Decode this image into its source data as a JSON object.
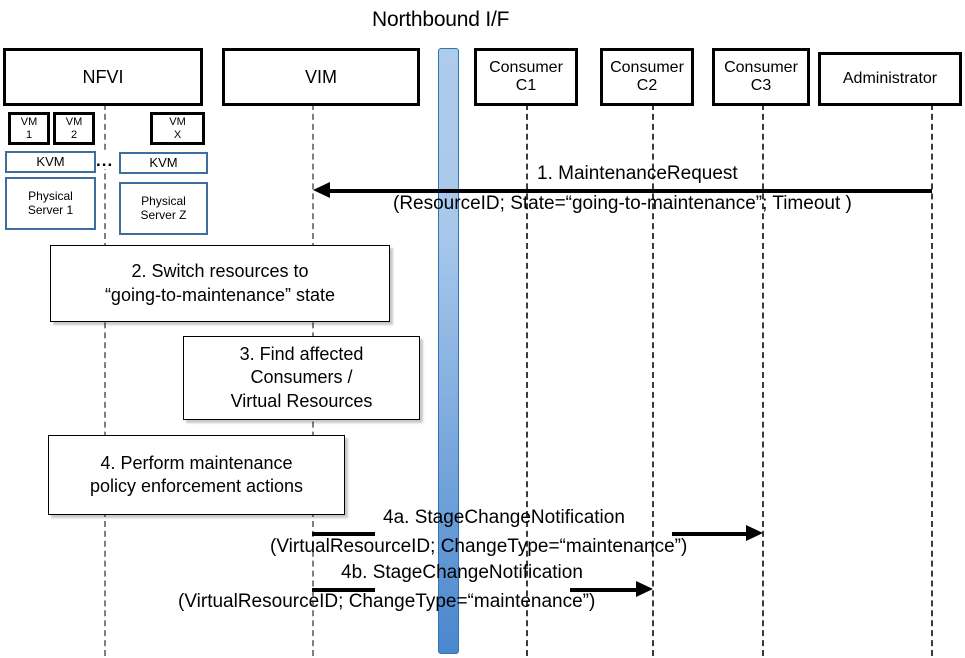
{
  "diagram": {
    "title": "Northbound I/F"
  },
  "actors": [
    {
      "name": "nfvi",
      "label": "NFVI"
    },
    {
      "name": "vim",
      "label": "VIM"
    },
    {
      "name": "consumer-c1",
      "label": "Consumer\nC1",
      "line1": "Consumer",
      "line2": "C1"
    },
    {
      "name": "consumer-c2",
      "label": "Consumer\nC2",
      "line1": "Consumer",
      "line2": "C2"
    },
    {
      "name": "consumer-c3",
      "label": "Consumer\nC3",
      "line1": "Consumer",
      "line2": "C3"
    },
    {
      "name": "administrator",
      "label": "Administrator"
    }
  ],
  "nfvi_internals": {
    "vms": [
      {
        "line1": "VM",
        "line2": "1"
      },
      {
        "line1": "VM",
        "line2": "2"
      },
      {
        "line1": "VM",
        "line2": "X"
      }
    ],
    "hypervisors": [
      {
        "label": "KVM"
      },
      {
        "label": "KVM"
      }
    ],
    "servers": [
      {
        "line1": "Physical",
        "line2": "Server 1"
      },
      {
        "line1": "Physical",
        "line2": "Server Z"
      }
    ],
    "ellipsis": "..."
  },
  "steps": [
    {
      "id": "step-2",
      "line1": "2. Switch resources to",
      "line2": "“going-to-maintenance” state"
    },
    {
      "id": "step-3",
      "line1": "3. Find affected",
      "line2": "Consumers /",
      "line3": "Virtual Resources"
    },
    {
      "id": "step-4",
      "line1": "4. Perform maintenance",
      "line2": "policy enforcement actions"
    }
  ],
  "messages": [
    {
      "id": "msg-1",
      "label": "1.   MaintenanceRequest",
      "params": "(ResourceID; State=“going-to-maintenance”; Timeout )"
    },
    {
      "id": "msg-4a",
      "label": "4a. StageChangeNotification",
      "params": "(VirtualResourceID; ChangeType=“maintenance”)"
    },
    {
      "id": "msg-4b",
      "label": "4b. StageChangeNotification",
      "params": "(VirtualResourceID; ChangeType=“maintenance”)"
    }
  ],
  "colors": {
    "northbound_bar_top": "#AECBEC",
    "northbound_bar_bottom": "#4A87CE",
    "northbound_bar_border": "#2E75B6",
    "infra_box_border": "#3F6E9E",
    "actor_border": "#000000",
    "lifeline": "#808080"
  }
}
